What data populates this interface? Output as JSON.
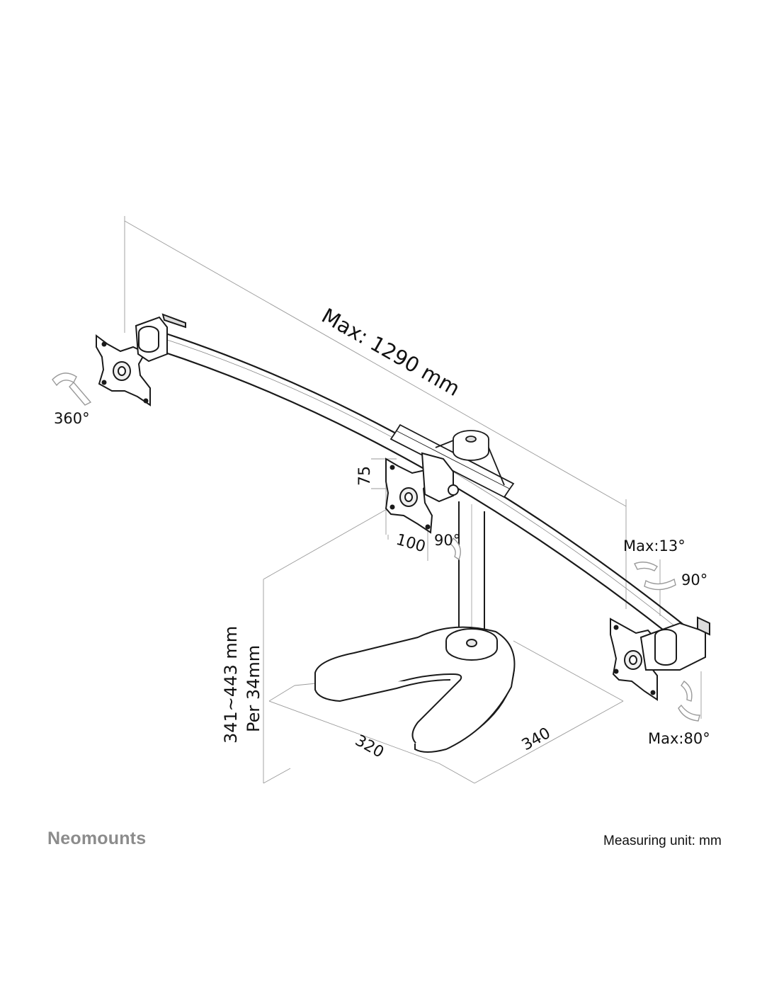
{
  "diagram": {
    "labels": {
      "total_width": "Max: 1290 mm",
      "left_rotation": "360°",
      "vesa_height": "75",
      "vesa_width": "100",
      "center_swivel": "90°",
      "right_tilt": "Max:13°",
      "right_swivel": "90°",
      "right_max_swivel": "Max:80°",
      "height_range": "341~443 mm",
      "height_step": "Per 34mm",
      "base_depth": "320",
      "base_width": "340"
    }
  },
  "footer": {
    "brand": "Neomounts",
    "measuring_unit": "Measuring unit: mm"
  }
}
